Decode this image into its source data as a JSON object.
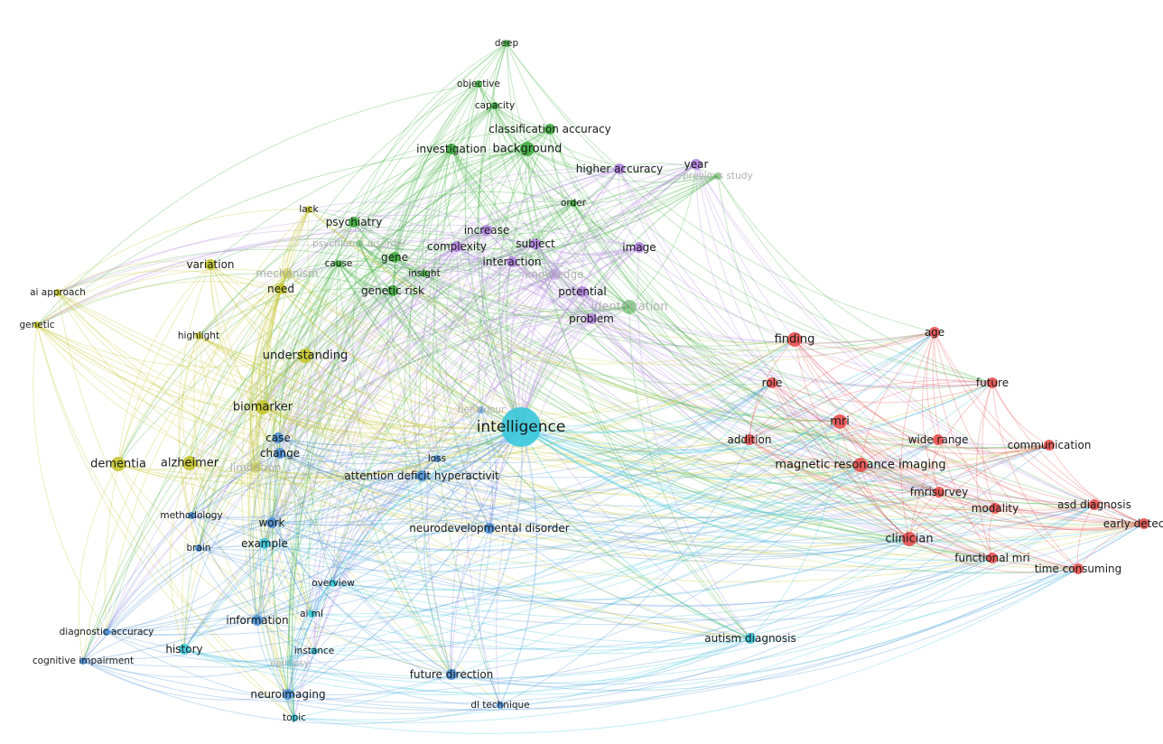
{
  "colors": {
    "red": "#e8504e",
    "green": "#3fae3f",
    "purple": "#b383e0",
    "yellow": "#c5c52c",
    "blue": "#4a8fd6",
    "cyan": "#38c8dc"
  },
  "nodes": [
    {
      "id": "deep",
      "label": "deep",
      "cluster": "green",
      "weight": 1
    },
    {
      "id": "objective",
      "label": "objective",
      "cluster": "green",
      "weight": 1
    },
    {
      "id": "capacity",
      "label": "capacity",
      "cluster": "green",
      "weight": 1
    },
    {
      "id": "classification_accuracy",
      "label": "classification accuracy",
      "cluster": "green",
      "weight": 2
    },
    {
      "id": "investigation",
      "label": "investigation",
      "cluster": "green",
      "weight": 2
    },
    {
      "id": "background",
      "label": "background",
      "cluster": "green",
      "weight": 3
    },
    {
      "id": "order",
      "label": "order",
      "cluster": "green",
      "weight": 1
    },
    {
      "id": "psychiatry",
      "label": "psychiatry",
      "cluster": "green",
      "weight": 2
    },
    {
      "id": "psychiatric_disorder",
      "label": "psychiatric disorder",
      "cluster": "green",
      "weight": 1,
      "faded": true
    },
    {
      "id": "gene",
      "label": "gene",
      "cluster": "green",
      "weight": 2
    },
    {
      "id": "cause",
      "label": "cause",
      "cluster": "green",
      "weight": 1
    },
    {
      "id": "insight",
      "label": "insight",
      "cluster": "green",
      "weight": 1
    },
    {
      "id": "genetic_risk",
      "label": "genetic risk",
      "cluster": "green",
      "weight": 2
    },
    {
      "id": "previous_study",
      "label": "previous study",
      "cluster": "green",
      "weight": 1,
      "faded": true
    },
    {
      "id": "identification",
      "label": "identification",
      "cluster": "green",
      "weight": 3,
      "faded": true
    },
    {
      "id": "higher_accuracy",
      "label": "higher accuracy",
      "cluster": "purple",
      "weight": 2
    },
    {
      "id": "year",
      "label": "year",
      "cluster": "purple",
      "weight": 2
    },
    {
      "id": "increase",
      "label": "increase",
      "cluster": "purple",
      "weight": 2
    },
    {
      "id": "complexity",
      "label": "complexity",
      "cluster": "purple",
      "weight": 2
    },
    {
      "id": "subject",
      "label": "subject",
      "cluster": "purple",
      "weight": 2
    },
    {
      "id": "image",
      "label": "image",
      "cluster": "purple",
      "weight": 2
    },
    {
      "id": "interaction",
      "label": "interaction",
      "cluster": "purple",
      "weight": 2
    },
    {
      "id": "knowledge",
      "label": "knowledge",
      "cluster": "purple",
      "weight": 2,
      "faded": true
    },
    {
      "id": "potential",
      "label": "potential",
      "cluster": "purple",
      "weight": 2
    },
    {
      "id": "problem",
      "label": "problem",
      "cluster": "purple",
      "weight": 2
    },
    {
      "id": "lack",
      "label": "lack",
      "cluster": "yellow",
      "weight": 1
    },
    {
      "id": "variation",
      "label": "variation",
      "cluster": "yellow",
      "weight": 2
    },
    {
      "id": "mechanism",
      "label": "mechanism",
      "cluster": "yellow",
      "weight": 2,
      "faded": true
    },
    {
      "id": "need",
      "label": "need",
      "cluster": "yellow",
      "weight": 2
    },
    {
      "id": "ai_approach",
      "label": "ai approach",
      "cluster": "yellow",
      "weight": 1
    },
    {
      "id": "genetic",
      "label": "genetic",
      "cluster": "yellow",
      "weight": 1
    },
    {
      "id": "highlight",
      "label": "highlight",
      "cluster": "yellow",
      "weight": 1
    },
    {
      "id": "understanding",
      "label": "understanding",
      "cluster": "yellow",
      "weight": 3
    },
    {
      "id": "biomarker",
      "label": "biomarker",
      "cluster": "yellow",
      "weight": 3
    },
    {
      "id": "dementia",
      "label": "dementia",
      "cluster": "yellow",
      "weight": 3
    },
    {
      "id": "alzheimer",
      "label": "alzheimer",
      "cluster": "yellow",
      "weight": 3
    },
    {
      "id": "limitation",
      "label": "limitation",
      "cluster": "yellow",
      "weight": 2,
      "faded": true
    },
    {
      "id": "case",
      "label": "case",
      "cluster": "blue",
      "weight": 2
    },
    {
      "id": "change",
      "label": "change",
      "cluster": "blue",
      "weight": 2
    },
    {
      "id": "loss",
      "label": "loss",
      "cluster": "blue",
      "weight": 1
    },
    {
      "id": "attention_deficit",
      "label": "attention deficit hyperactivit",
      "cluster": "blue",
      "weight": 2
    },
    {
      "id": "methodology",
      "label": "methodology",
      "cluster": "blue",
      "weight": 1
    },
    {
      "id": "work",
      "label": "work",
      "cluster": "blue",
      "weight": 2
    },
    {
      "id": "brain",
      "label": "brain",
      "cluster": "blue",
      "weight": 1
    },
    {
      "id": "neurodevelopmental_disorder",
      "label": "neurodevelopmental disorder",
      "cluster": "blue",
      "weight": 2
    },
    {
      "id": "information",
      "label": "information",
      "cluster": "blue",
      "weight": 2
    },
    {
      "id": "diagnostic_accuracy",
      "label": "diagnostic accuracy",
      "cluster": "blue",
      "weight": 1
    },
    {
      "id": "cognitive_impairment",
      "label": "cognitive impairment",
      "cluster": "blue",
      "weight": 1
    },
    {
      "id": "future_direction",
      "label": "future direction",
      "cluster": "blue",
      "weight": 2
    },
    {
      "id": "dl_technique",
      "label": "dl technique",
      "cluster": "blue",
      "weight": 1
    },
    {
      "id": "neuroimaging",
      "label": "neuroimaging",
      "cluster": "blue",
      "weight": 2
    },
    {
      "id": "behaviour",
      "label": "behaviour",
      "cluster": "blue",
      "weight": 1,
      "faded": true
    },
    {
      "id": "intelligence",
      "label": "intelligence",
      "cluster": "cyan",
      "weight": 5
    },
    {
      "id": "example",
      "label": "example",
      "cluster": "cyan",
      "weight": 2
    },
    {
      "id": "overview",
      "label": "overview",
      "cluster": "cyan",
      "weight": 1
    },
    {
      "id": "ai_ml",
      "label": "ai ml",
      "cluster": "cyan",
      "weight": 1
    },
    {
      "id": "history",
      "label": "history",
      "cluster": "cyan",
      "weight": 2
    },
    {
      "id": "instance",
      "label": "instance",
      "cluster": "cyan",
      "weight": 1
    },
    {
      "id": "epilepsy",
      "label": "epilepsy",
      "cluster": "cyan",
      "weight": 1,
      "faded": true
    },
    {
      "id": "topic",
      "label": "topic",
      "cluster": "cyan",
      "weight": 1
    },
    {
      "id": "autism_diagnosis",
      "label": "autism diagnosis",
      "cluster": "cyan",
      "weight": 2
    },
    {
      "id": "finding",
      "label": "finding",
      "cluster": "red",
      "weight": 3
    },
    {
      "id": "age",
      "label": "age",
      "cluster": "red",
      "weight": 2
    },
    {
      "id": "role",
      "label": "role",
      "cluster": "red",
      "weight": 2
    },
    {
      "id": "future",
      "label": "future",
      "cluster": "red",
      "weight": 2
    },
    {
      "id": "mri",
      "label": "mri",
      "cluster": "red",
      "weight": 3
    },
    {
      "id": "addition",
      "label": "addition",
      "cluster": "red",
      "weight": 2
    },
    {
      "id": "wide_range",
      "label": "wide range",
      "cluster": "red",
      "weight": 2
    },
    {
      "id": "communication",
      "label": "communication",
      "cluster": "red",
      "weight": 2
    },
    {
      "id": "magnetic_resonance_imaging",
      "label": "magnetic resonance imaging",
      "cluster": "red",
      "weight": 3
    },
    {
      "id": "fmrisurvey",
      "label": "fmrisurvey",
      "cluster": "red",
      "weight": 2
    },
    {
      "id": "modality",
      "label": "modality",
      "cluster": "red",
      "weight": 2
    },
    {
      "id": "asd_diagnosis",
      "label": "asd diagnosis",
      "cluster": "red",
      "weight": 2
    },
    {
      "id": "early_detection",
      "label": "early detection",
      "cluster": "red",
      "weight": 2
    },
    {
      "id": "clinician",
      "label": "clinician",
      "cluster": "red",
      "weight": 3
    },
    {
      "id": "functional_mri",
      "label": "functional mri",
      "cluster": "red",
      "weight": 2
    },
    {
      "id": "time_consuming",
      "label": "time consuming",
      "cluster": "red",
      "weight": 2
    }
  ]
}
